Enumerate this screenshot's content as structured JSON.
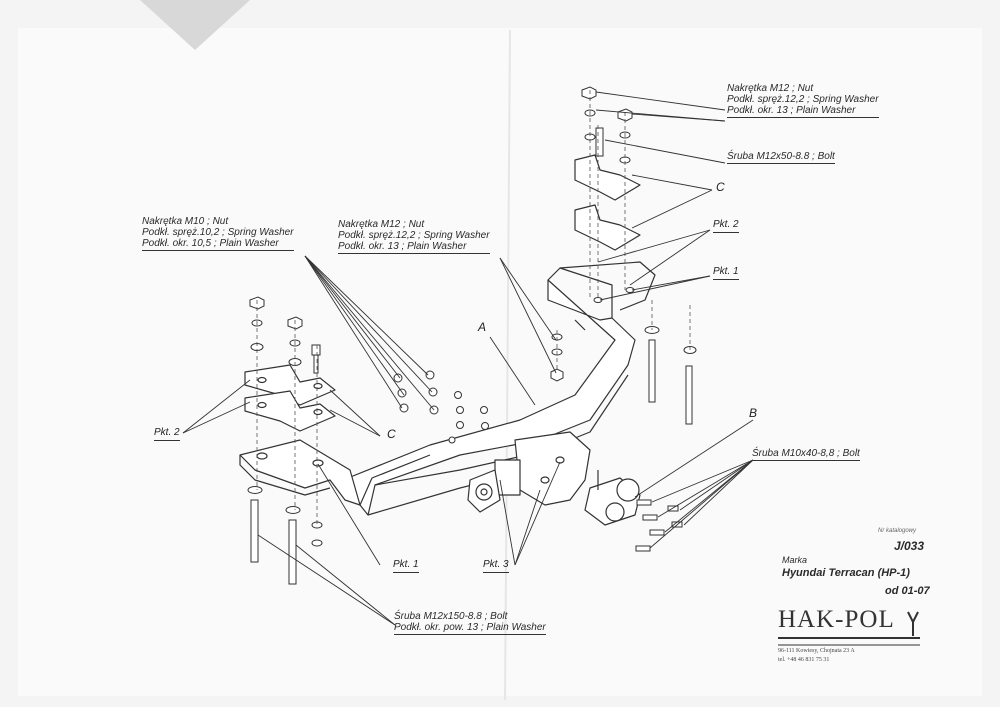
{
  "labels": {
    "nut_m12_top": [
      "Nakrętka  M12 ; Nut",
      "Podkł. spręż.12,2 ; Spring Washer",
      "Podkł. okr. 13 ; Plain Washer"
    ],
    "bolt_m12x50": "Śruba M12x50-8.8 ;  Bolt",
    "nut_m10": [
      "Nakrętka  M10 ; Nut",
      "Podkł. spręż.10,2 ; Spring Washer",
      "Podkł. okr. 10,5 ; Plain Washer"
    ],
    "nut_m12_mid": [
      "Nakrętka  M12 ; Nut",
      "Podkł. spręż.12,2 ; Spring Washer",
      "Podkł. okr. 13 ; Plain Washer"
    ],
    "bolt_m10x40": "Śruba M10x40-8,8 ;  Bolt",
    "bolt_m12x150": [
      "Śruba M12x150-8.8 ; Bolt",
      "Podkł. okr. pow. 13 ; Plain Washer"
    ]
  },
  "callouts": {
    "a": "A",
    "b": "B",
    "c_right": "C",
    "c_left": "C",
    "pkt1_right": "Pkt. 1",
    "pkt2_right": "Pkt. 2",
    "pkt2_left": "Pkt. 2",
    "pkt1_bottom": "Pkt. 1",
    "pkt3": "Pkt. 3"
  },
  "catalog": {
    "nr_label": "Nr katalogowy",
    "number": "J/033",
    "marka_label": "Marka",
    "model": "Hyundai Terracan (HP-1)",
    "from": "od 01-07"
  },
  "brand": {
    "name": "HAK-POL",
    "address": "96-111 Kowiesy, Chojnata 23 A",
    "phone": "tel. +48 46 831 75 31"
  },
  "colors": {
    "ink": "#333333",
    "paper": "#f3f3f3"
  }
}
